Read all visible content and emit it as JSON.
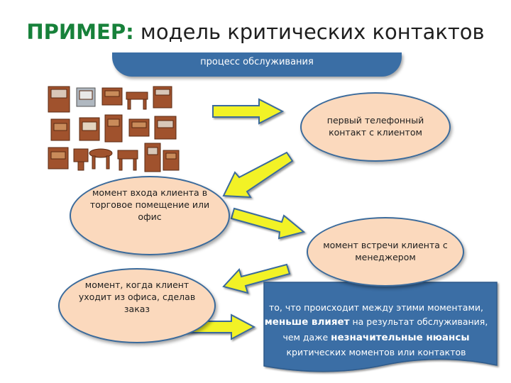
{
  "title": {
    "highlight": "ПРИМЕР:",
    "rest": " модель критических контактов"
  },
  "banner": {
    "label": "процесс обслуживания"
  },
  "ovals": {
    "first_call": "первый телефонный контакт с клиентом",
    "entry": "момент входа клиента в торговое помещение или офис",
    "meeting": "момент встречи клиента с менеджером",
    "leaving": "момент, когда клиент уходит из офиса, сделав заказ"
  },
  "note": {
    "part1": "то, что происходит между этими моментами,",
    "bold1": "меньше влияет",
    "part2": " на результат обслуживания,",
    "part3": "чем даже ",
    "bold2": "незначительные нюансы",
    "part4": "критических моментов или контактов"
  },
  "colors": {
    "title_highlight": "#17813a",
    "banner": "#3a6ea5",
    "oval_fill": "#fbd9bd",
    "oval_border": "#3b6b9c",
    "arrow_fill": "#f2f226",
    "arrow_border": "#3b6b9c",
    "note_fill": "#3a6ea5"
  },
  "icons": [
    "furniture-catalog-image",
    "arrow-right-icon",
    "arrow-down-left-icon",
    "arrow-down-right-icon",
    "arrow-left-icon"
  ]
}
